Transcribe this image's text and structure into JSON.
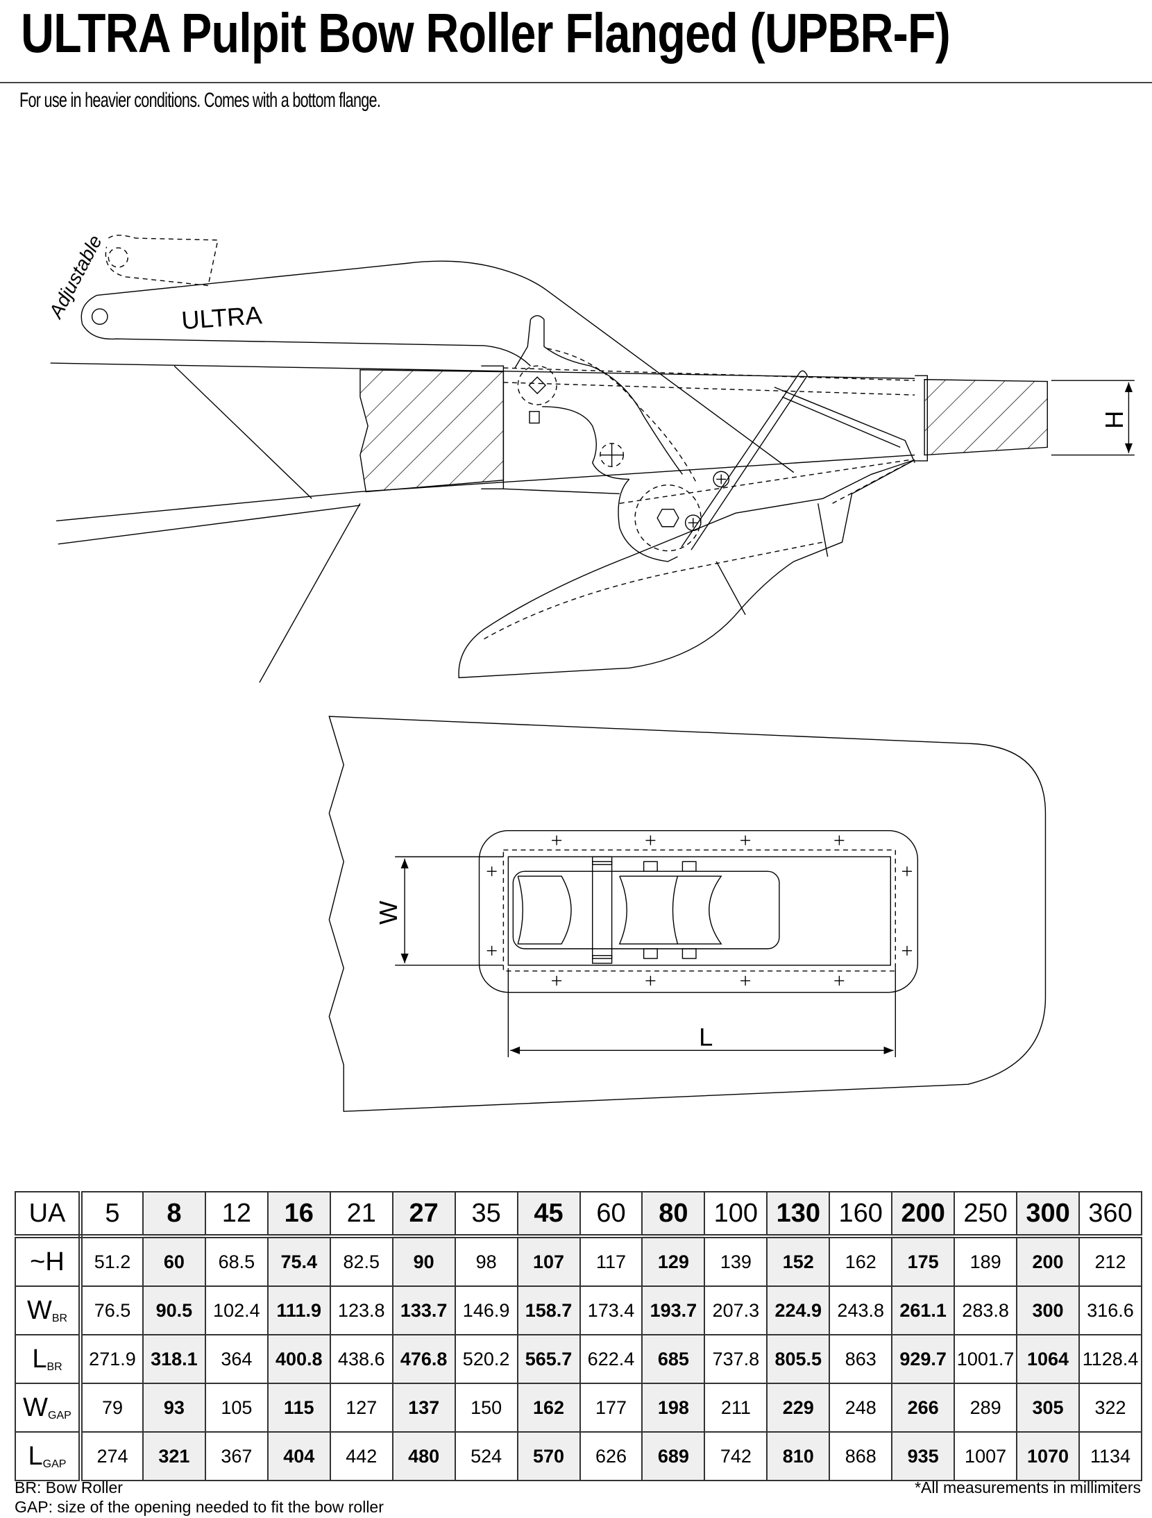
{
  "title": "ULTRA Pulpit Bow Roller Flanged (UPBR-F)",
  "subtitle": "For use in heavier conditions. Comes with a bottom flange.",
  "diagram": {
    "adjustable_label": "Adjustable",
    "arm_label": "ULTRA",
    "dim_h": "H",
    "dim_w": "W",
    "dim_l": "L"
  },
  "table": {
    "corner_label": "UA",
    "sizes": [
      "5",
      "8",
      "12",
      "16",
      "21",
      "27",
      "35",
      "45",
      "60",
      "80",
      "100",
      "130",
      "160",
      "200",
      "250",
      "300",
      "360"
    ],
    "rows": [
      {
        "label": "~H",
        "sub": "",
        "values": [
          "51.2",
          "60",
          "68.5",
          "75.4",
          "82.5",
          "90",
          "98",
          "107",
          "117",
          "129",
          "139",
          "152",
          "162",
          "175",
          "189",
          "200",
          "212"
        ]
      },
      {
        "label": "W",
        "sub": "BR",
        "values": [
          "76.5",
          "90.5",
          "102.4",
          "111.9",
          "123.8",
          "133.7",
          "146.9",
          "158.7",
          "173.4",
          "193.7",
          "207.3",
          "224.9",
          "243.8",
          "261.1",
          "283.8",
          "300",
          "316.6"
        ]
      },
      {
        "label": "L",
        "sub": "BR",
        "values": [
          "271.9",
          "318.1",
          "364",
          "400.8",
          "438.6",
          "476.8",
          "520.2",
          "565.7",
          "622.4",
          "685",
          "737.8",
          "805.5",
          "863",
          "929.7",
          "1001.7",
          "1064",
          "1128.4"
        ]
      },
      {
        "label": "W",
        "sub": "GAP",
        "values": [
          "79",
          "93",
          "105",
          "115",
          "127",
          "137",
          "150",
          "162",
          "177",
          "198",
          "211",
          "229",
          "248",
          "266",
          "289",
          "305",
          "322"
        ]
      },
      {
        "label": "L",
        "sub": "GAP",
        "values": [
          "274",
          "321",
          "367",
          "404",
          "442",
          "480",
          "524",
          "570",
          "626",
          "689",
          "742",
          "810",
          "868",
          "935",
          "1007",
          "1070",
          "1134"
        ]
      }
    ]
  },
  "notes": {
    "br": "BR: Bow Roller",
    "gap": "GAP: size of the opening needed to fit the bow roller",
    "units": "*All measurements in millimiters"
  }
}
